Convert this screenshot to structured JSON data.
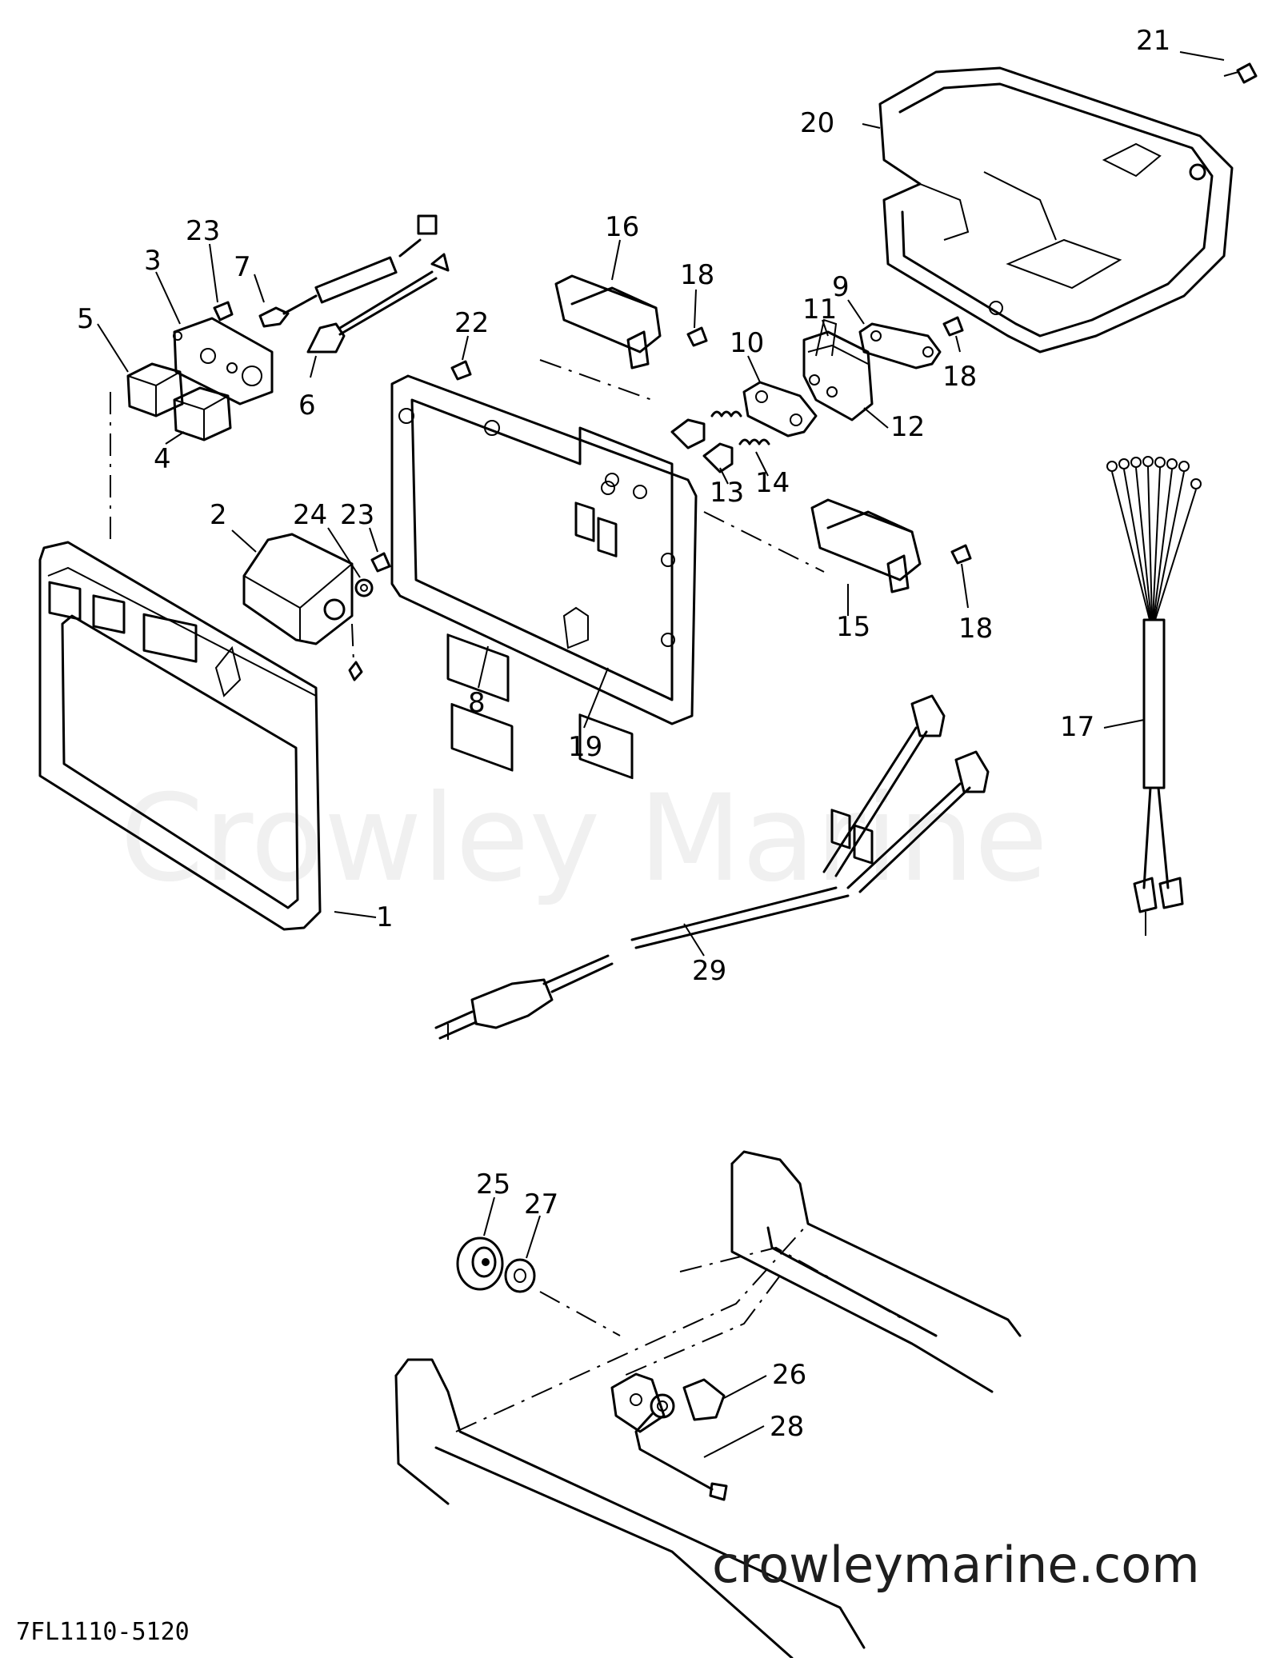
{
  "watermark": "Crowley Marine",
  "site_url": "crowleymarine.com",
  "drawing_code": "7FL1110-5120",
  "labels": {
    "p1": "1",
    "p2": "2",
    "p3": "3",
    "p4": "4",
    "p5": "5",
    "p6": "6",
    "p7": "7",
    "p8": "8",
    "p9": "9",
    "p10": "10",
    "p11": "11",
    "p12": "12",
    "p13": "13",
    "p14": "14",
    "p15": "15",
    "p16": "16",
    "p17": "17",
    "p18a": "18",
    "p18b": "18",
    "p18c": "18",
    "p19": "19",
    "p20": "20",
    "p21": "21",
    "p22": "22",
    "p23a": "23",
    "p23b": "23",
    "p24": "24",
    "p25": "25",
    "p26": "26",
    "p27": "27",
    "p28": "28",
    "p29": "29"
  }
}
